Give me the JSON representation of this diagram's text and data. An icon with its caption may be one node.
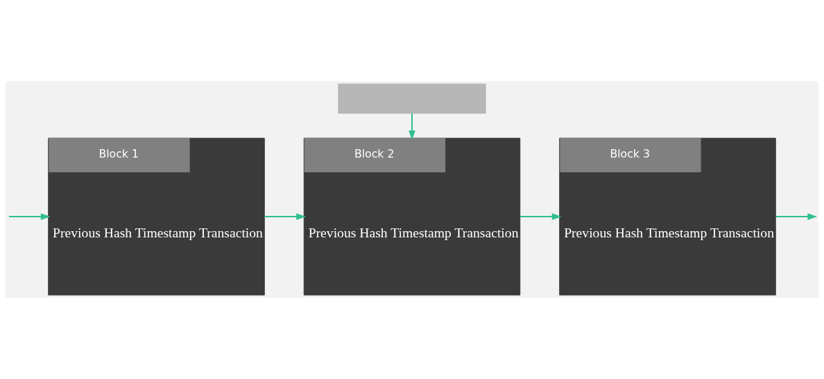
{
  "diagram": {
    "nodes": [
      {
        "text": [
          "Block 1",
          "Previous Hash Timestamp Transaction"
        ]
      },
      {
        "text": [
          "Block 2",
          "Previous Hash Timestamp Transaction"
        ]
      },
      {
        "text": [
          "Block 3",
          "Previous Hash Timestamp Transaction"
        ]
      },
      {
        "text": [],
        "shape": "box"
      }
    ],
    "edges": [
      {
        "from": null,
        "to": 0,
        "arrow": "to"
      },
      {
        "from": 0,
        "to": 1,
        "arrow": "to"
      },
      {
        "from": 1,
        "to": 2,
        "arrow": "to"
      },
      {
        "from": 2,
        "to": null,
        "arrow": "to"
      },
      {
        "from": 3,
        "to": 1,
        "arrow": "to"
      }
    ]
  }
}
